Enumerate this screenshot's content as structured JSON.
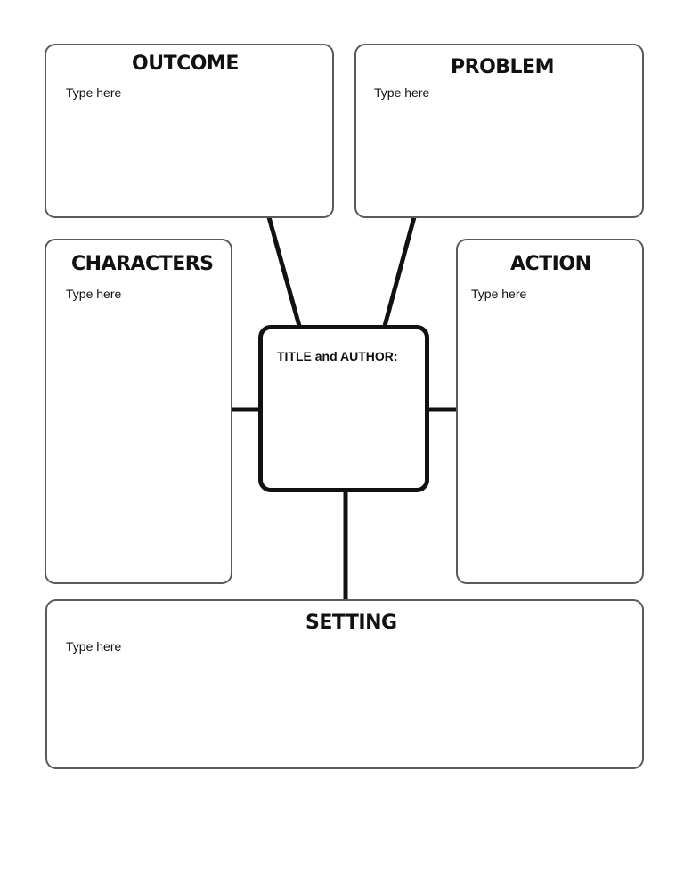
{
  "organizer": {
    "center": {
      "label": "TITLE and AUTHOR:"
    },
    "outcome": {
      "heading": "OUTCOME",
      "text": "Type here"
    },
    "problem": {
      "heading": "PROBLEM",
      "text": "Type here"
    },
    "characters": {
      "heading": "CHARACTERS",
      "text": "Type here"
    },
    "action": {
      "heading": "ACTION",
      "text": "Type here"
    },
    "setting": {
      "heading": "SETTING",
      "text": "Type here"
    }
  }
}
